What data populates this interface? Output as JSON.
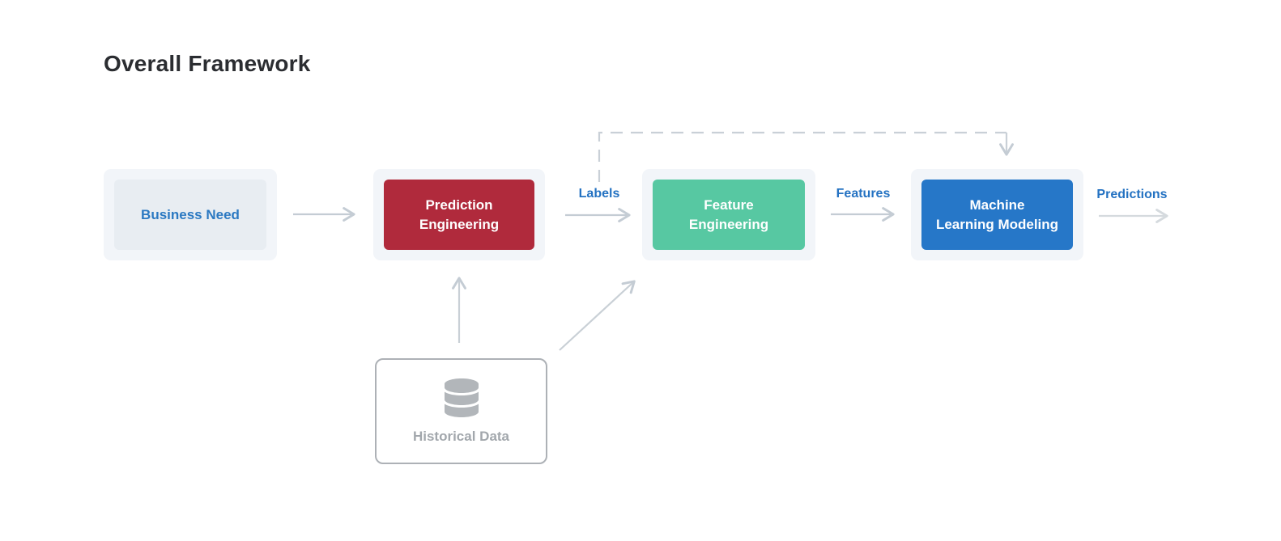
{
  "page": {
    "title": "Overall Framework",
    "background": "#ffffff"
  },
  "colors": {
    "title_text": "#2b2d31",
    "node_halo": "#f2f5f9",
    "business_fill": "#e8edf2",
    "business_text": "#2b79c2",
    "prediction_fill": "#b02a3c",
    "feature_fill": "#57c8a2",
    "ml_fill": "#2677c8",
    "node_text_light": "#ffffff",
    "edge_label_text": "#2472c2",
    "arrow_gray": "#c4ccd4",
    "arrow_gray_light": "#d5dade",
    "historical_border": "#adb1b6",
    "historical_text": "#a2a7ac",
    "database_icon": "#b2b6ba"
  },
  "diagram": {
    "nodes": [
      {
        "id": "business-need",
        "label": "Business Need",
        "lines": [
          "Business Need"
        ]
      },
      {
        "id": "prediction-engineering",
        "label": "Prediction Engineering",
        "lines": [
          "Prediction",
          "Engineering"
        ]
      },
      {
        "id": "feature-engineering",
        "label": "Feature Engineering",
        "lines": [
          "Feature",
          "Engineering"
        ]
      },
      {
        "id": "machine-learning-modeling",
        "label": "Machine Learning Modeling",
        "lines": [
          "Machine",
          "Learning Modeling"
        ]
      },
      {
        "id": "historical-data",
        "label": "Historical Data",
        "lines": [
          "Historical Data"
        ],
        "icon": "database-icon"
      }
    ],
    "edges": [
      {
        "from": "business-need",
        "to": "prediction-engineering",
        "style": "solid",
        "label": ""
      },
      {
        "from": "prediction-engineering",
        "to": "feature-engineering",
        "style": "solid",
        "label": "Labels"
      },
      {
        "from": "feature-engineering",
        "to": "machine-learning-modeling",
        "style": "solid",
        "label": "Features"
      },
      {
        "from": "machine-learning-modeling",
        "to": "output",
        "style": "solid",
        "label": "Predictions"
      },
      {
        "from": "historical-data",
        "to": "prediction-engineering",
        "style": "solid",
        "label": ""
      },
      {
        "from": "historical-data",
        "to": "feature-engineering",
        "style": "solid",
        "label": ""
      },
      {
        "from": "labels-junction",
        "to": "machine-learning-modeling",
        "style": "dashed",
        "label": ""
      }
    ]
  }
}
